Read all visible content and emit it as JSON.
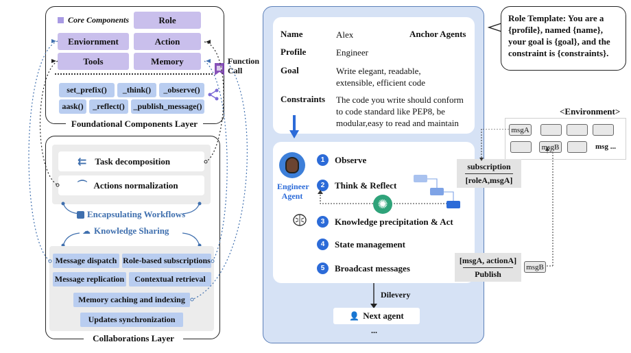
{
  "foundational": {
    "core_label": "Core Components",
    "role": "Role",
    "environment": "Enviornment",
    "action": "Action",
    "tools": "Tools",
    "memory": "Memory",
    "functions": [
      "set_prefix()",
      "_think()",
      "_observe()",
      "aask()",
      "_reflect()",
      "_publish_message()"
    ],
    "layer_title": "Foundational Components Layer",
    "function_call": "Function Call"
  },
  "collaboration": {
    "task_decomposition": "Task decomposition",
    "actions_normalization": "Actions normalization",
    "encapsulating": "Encapsulating Workflows",
    "knowledge_sharing": "Knowledge Sharing",
    "mechanisms": [
      "Message dispatch",
      "Role-based subscriptions",
      "Message replication",
      "Contextual retrieval",
      "Memory caching and indexing",
      "Updates synchronization"
    ],
    "layer_title": "Collaborations Layer"
  },
  "agent": {
    "fields": [
      {
        "label": "Name",
        "value": "Alex"
      },
      {
        "label": "Profile",
        "value": "Engineer"
      },
      {
        "label": "Goal",
        "value": "Write elegant, readable, extensible, efficient code"
      },
      {
        "label": "Constraints",
        "value": "The code you write should conform to code standard like PEP8, be modular,easy to read and maintain"
      }
    ],
    "anchor": "Anchor Agents",
    "agent_name": "Engineer Agent",
    "steps": [
      "Observe",
      "Think & Reflect",
      "Knowledge precipitation & Act",
      "State management",
      "Broadcast messages"
    ],
    "step_numbers": [
      "1",
      "2",
      "3",
      "4",
      "5"
    ],
    "dilevery": "Dilevery",
    "next_agent": "Next agent",
    "ellipsis": "..."
  },
  "template": {
    "text": "Role Template: You are a {profile}, named {name}, your goal is {goal}, and the constraint is {constraints}."
  },
  "environment": {
    "title": "<Environment>",
    "msg_a": "msgA",
    "msg_b": "msgB",
    "msg_more": "msg ...",
    "subscription": "subscription",
    "subscription_value": "[roleA,msgA]",
    "publish_value": "[msgA, actionA]",
    "publish": "Publish",
    "msgb_tag": "msgB"
  },
  "colors": {
    "core_purple": "#c9bfec",
    "fn_blue": "#b9cdf0",
    "accent_blue": "#2c6bd8",
    "workflow_blue": "#3f6fae",
    "panel_blue": "#d6e2f5"
  }
}
